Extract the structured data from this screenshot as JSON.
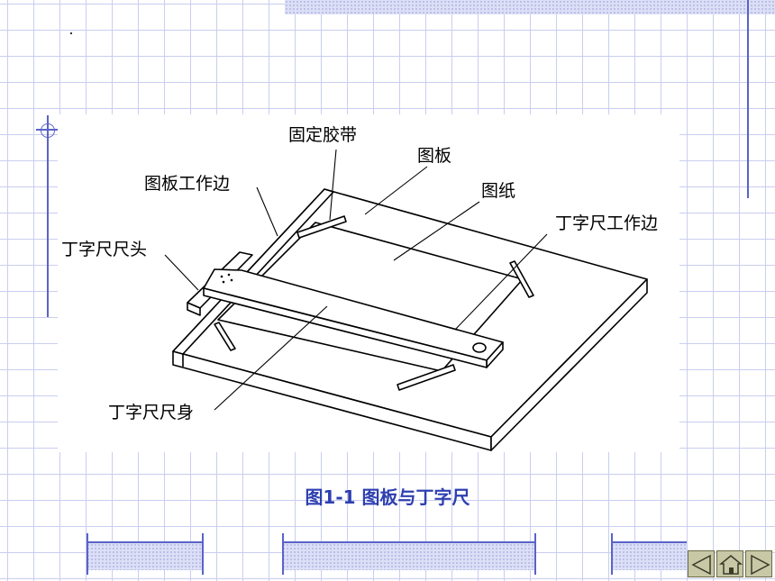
{
  "diagram": {
    "labels": {
      "fixing_tape": "固定胶带",
      "drawing_board": "图板",
      "board_working_edge": "图板工作边",
      "drawing_paper": "图纸",
      "t_square_working_edge": "丁字尺工作边",
      "t_square_head": "丁字尺尺头",
      "t_square_blade": "丁字尺尺身"
    },
    "caption": "图1-1  图板与丁字尺"
  },
  "navigation": {
    "prev_icon": "triangle-left-icon",
    "home_icon": "home-icon",
    "next_icon": "triangle-right-icon"
  },
  "colors": {
    "grid": "#c9cef0",
    "accent": "#5a63c8",
    "caption": "#2e3fb0",
    "nav_button": "#c9c8a6"
  }
}
